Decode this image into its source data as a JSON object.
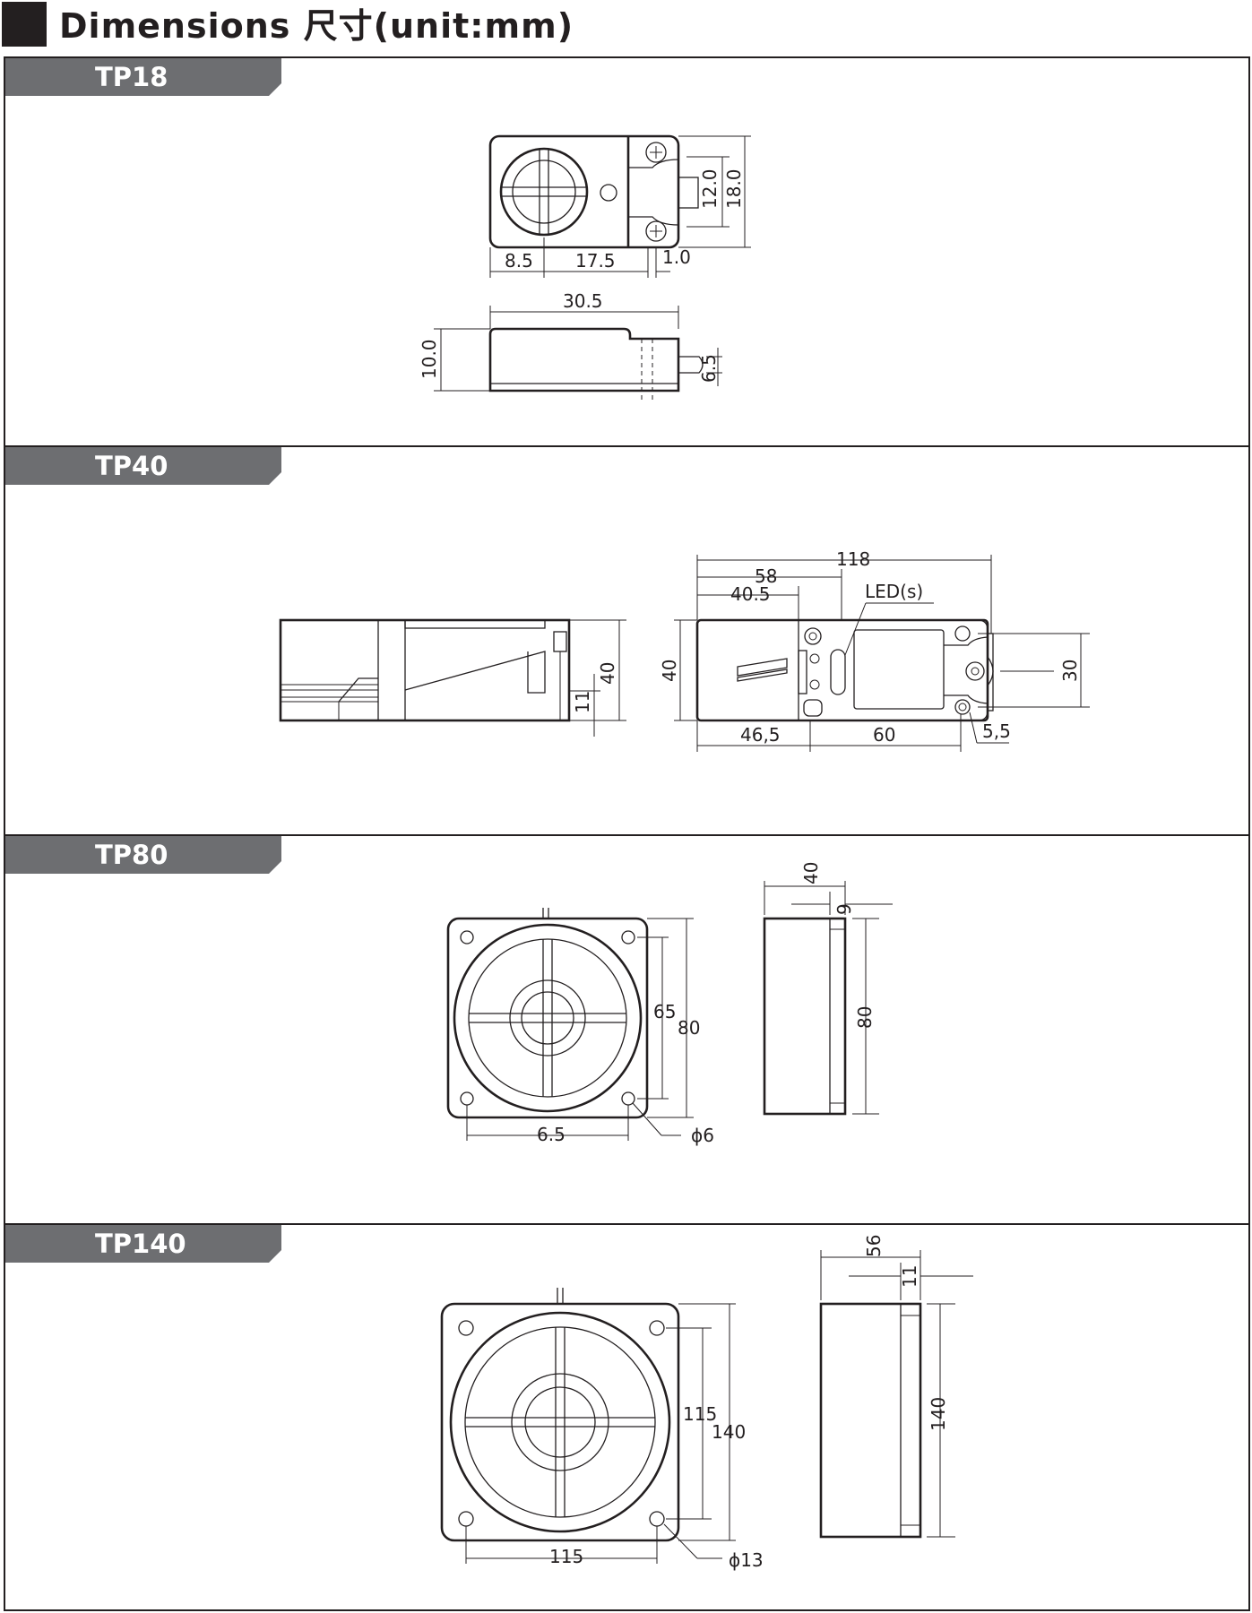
{
  "title": "Dimensions 尺寸(unit:mm)",
  "panels": [
    {
      "id": "tp18",
      "label": "TP18",
      "dims": {
        "d8_5": "8.5",
        "d17_5": "17.5",
        "d1_0": "1.0",
        "d12_0": "12.0",
        "d18_0": "18.0",
        "d30_5": "30.5",
        "d10_0": "10.0",
        "d6_5": "6.5"
      }
    },
    {
      "id": "tp40",
      "label": "TP40",
      "dims": {
        "d40a": "40",
        "d11": "11",
        "d118": "118",
        "d58": "58",
        "d40_5": "40.5",
        "led": "LED(s)",
        "d40b": "40",
        "d30": "30",
        "d46_5": "46,5",
        "d60": "60",
        "d5_5": "5,5"
      }
    },
    {
      "id": "tp80",
      "label": "TP80",
      "dims": {
        "d65": "65",
        "d80a": "80",
        "d6_5": "6.5",
        "phi6": "ϕ6",
        "d40": "40",
        "d9": "9",
        "d80b": "80"
      }
    },
    {
      "id": "tp140",
      "label": "TP140",
      "dims": {
        "d115a": "115",
        "d140a": "140",
        "d115b": "115",
        "phi13": "ϕ13",
        "d56": "56",
        "d11": "11",
        "d140b": "140"
      }
    }
  ]
}
